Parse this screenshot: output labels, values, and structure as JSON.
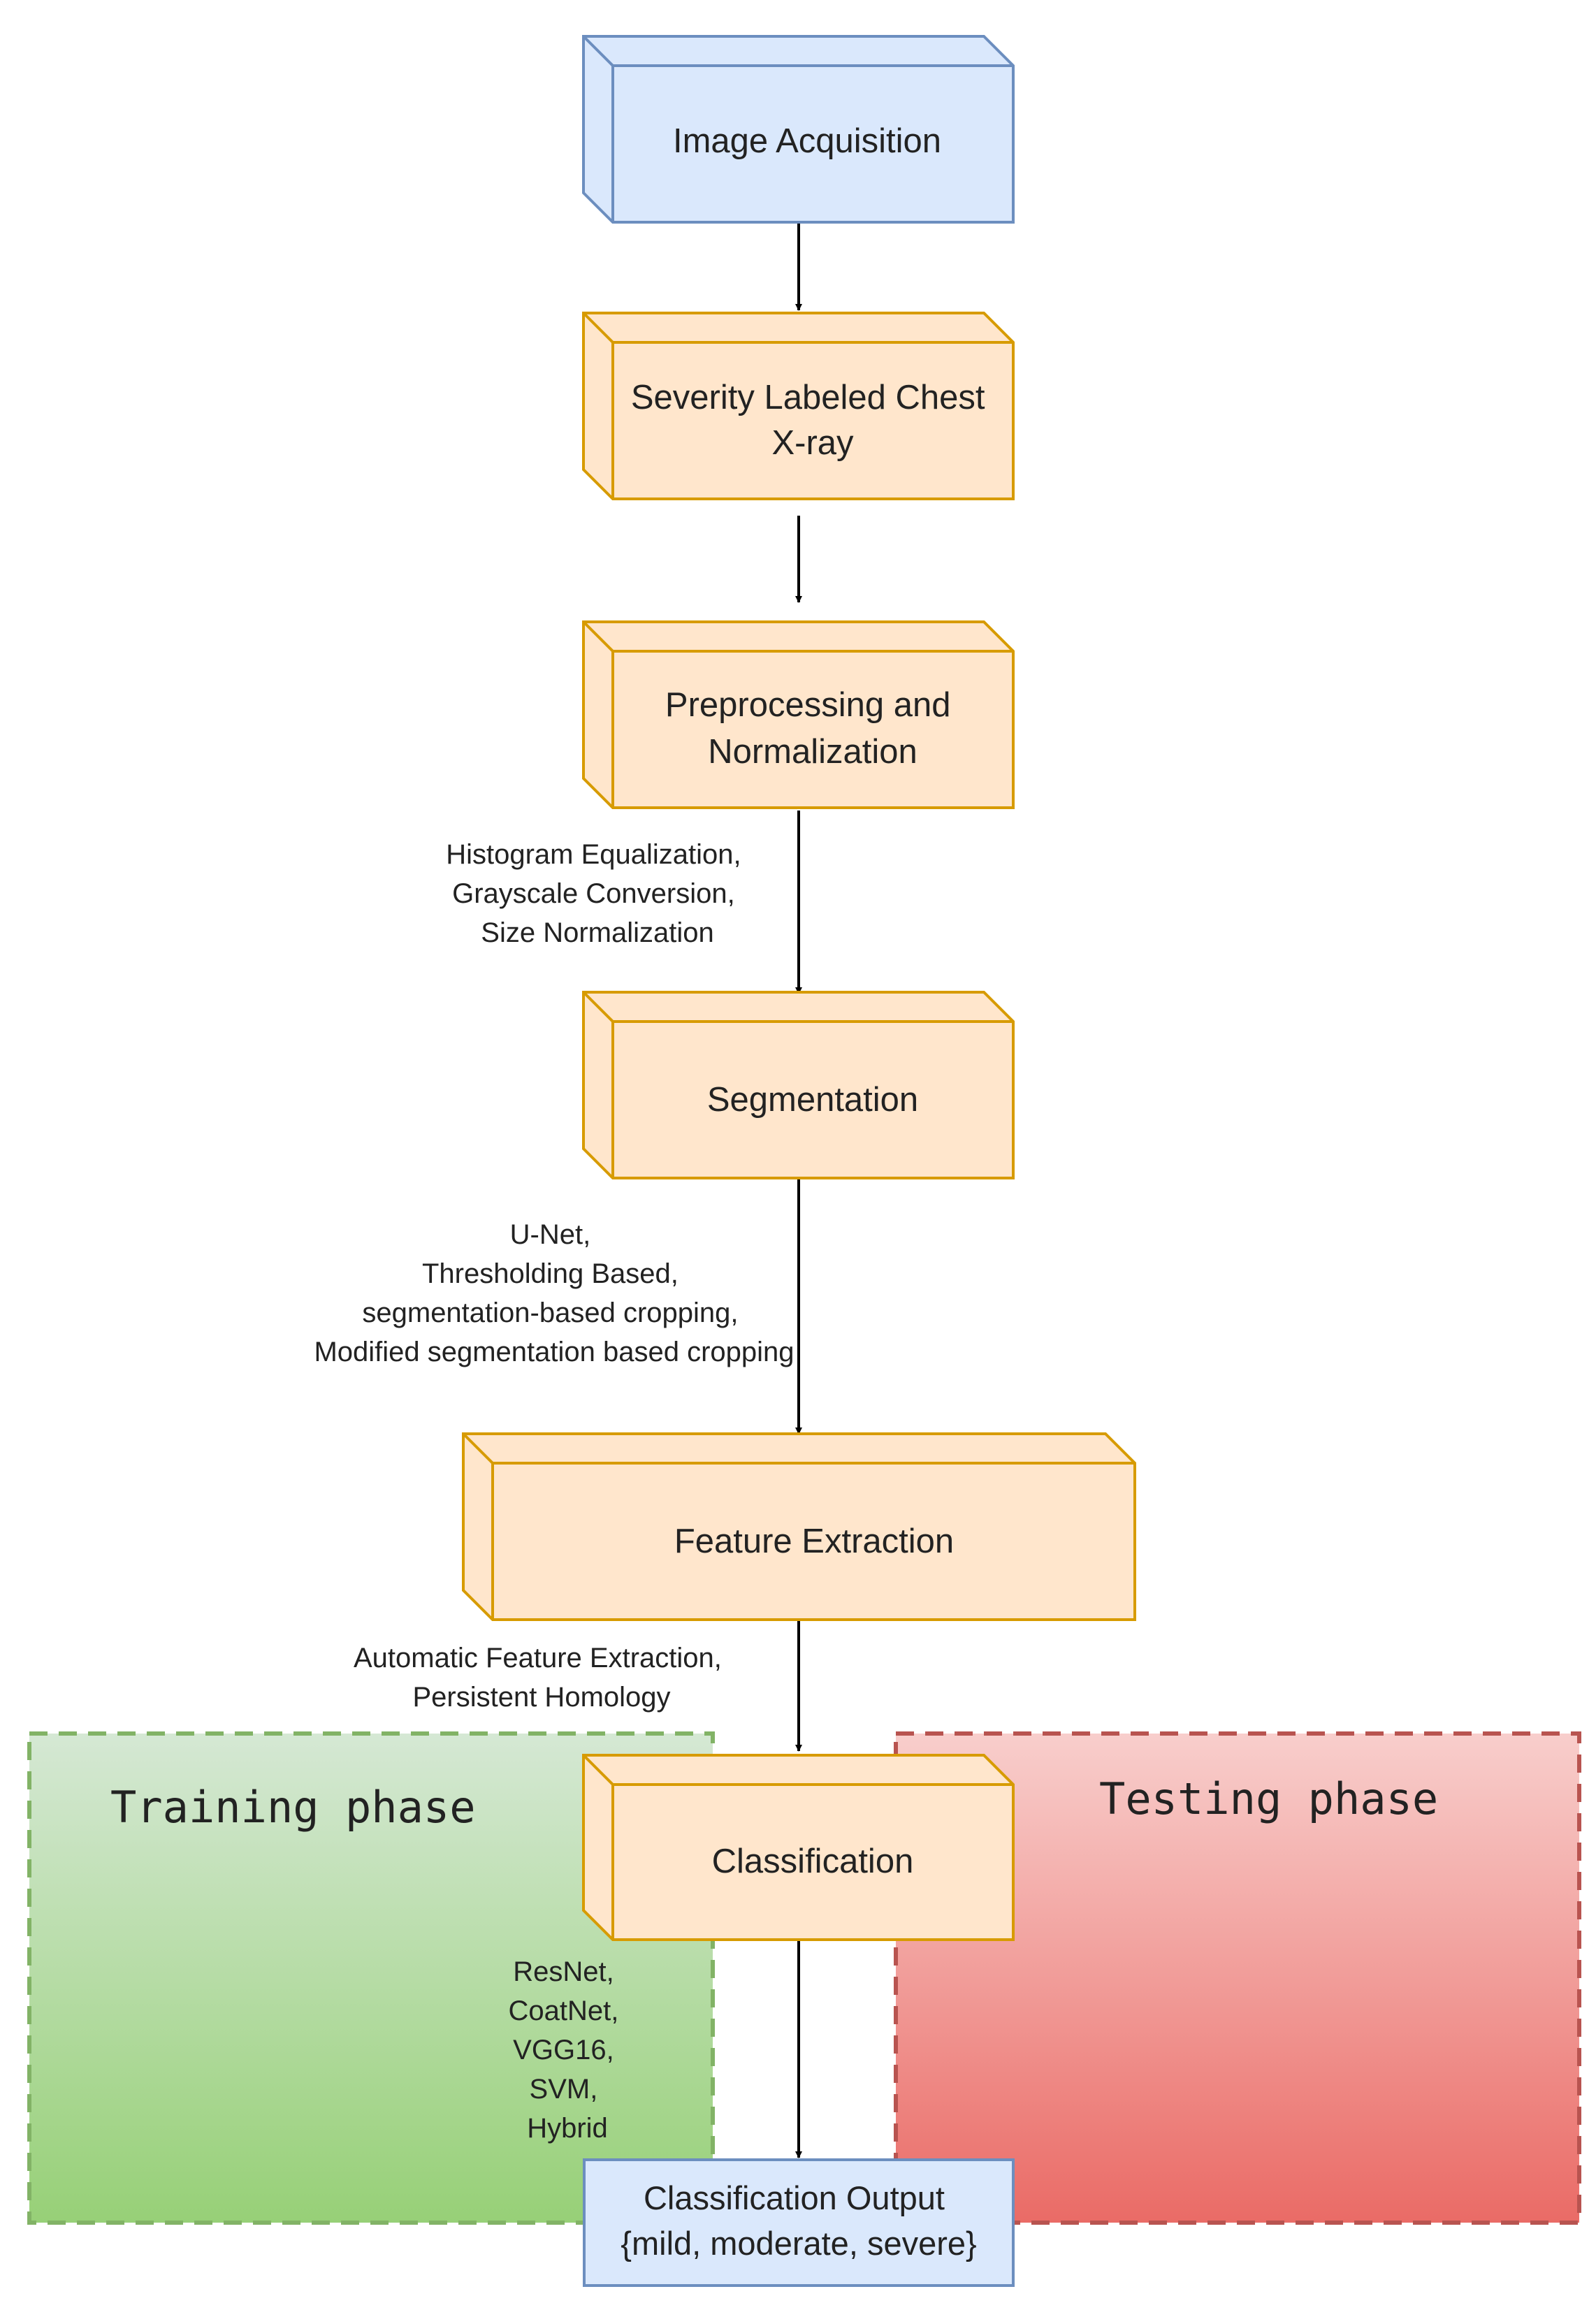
{
  "nodes": {
    "acquisition": {
      "lines": [
        "Image Acquisition"
      ]
    },
    "labeled_xray": {
      "lines": [
        "Severity Labeled Chest",
        "X-ray"
      ]
    },
    "preprocessing": {
      "lines": [
        "Preprocessing and",
        "Normalization"
      ]
    },
    "segmentation": {
      "lines": [
        "Segmentation"
      ]
    },
    "feature_extraction": {
      "lines": [
        "Feature Extraction"
      ]
    },
    "classification": {
      "lines": [
        "Classification"
      ]
    },
    "output": {
      "lines": [
        "Classification Output",
        "{mild, moderate, severe}"
      ]
    }
  },
  "edge_labels": {
    "preprocessing": [
      "Histogram Equalization,",
      "Grayscale Conversion,",
      "Size Normalization"
    ],
    "segmentation": [
      "U-Net,",
      "Thresholding Based,",
      "segmentation-based cropping,",
      "Modified segmentation based cropping"
    ],
    "feature": [
      "Automatic Feature Extraction,",
      "Persistent Homology"
    ],
    "classifiers": [
      "ResNet,",
      "CoatNet,",
      "VGG16,",
      "SVM,",
      "Hybrid"
    ]
  },
  "phases": {
    "training": "Training phase",
    "testing": "Testing phase"
  },
  "colors": {
    "blue_fill": "#dae8fc",
    "blue_stroke": "#6c8ebf",
    "orange_fill": "#ffe6cc",
    "orange_stroke": "#d79b00",
    "green_top": "#d5e8d4",
    "green_bottom": "#97d077",
    "green_stroke": "#82b366",
    "red_top": "#f8cecc",
    "red_bottom": "#ea6b66",
    "red_stroke": "#b85450"
  }
}
